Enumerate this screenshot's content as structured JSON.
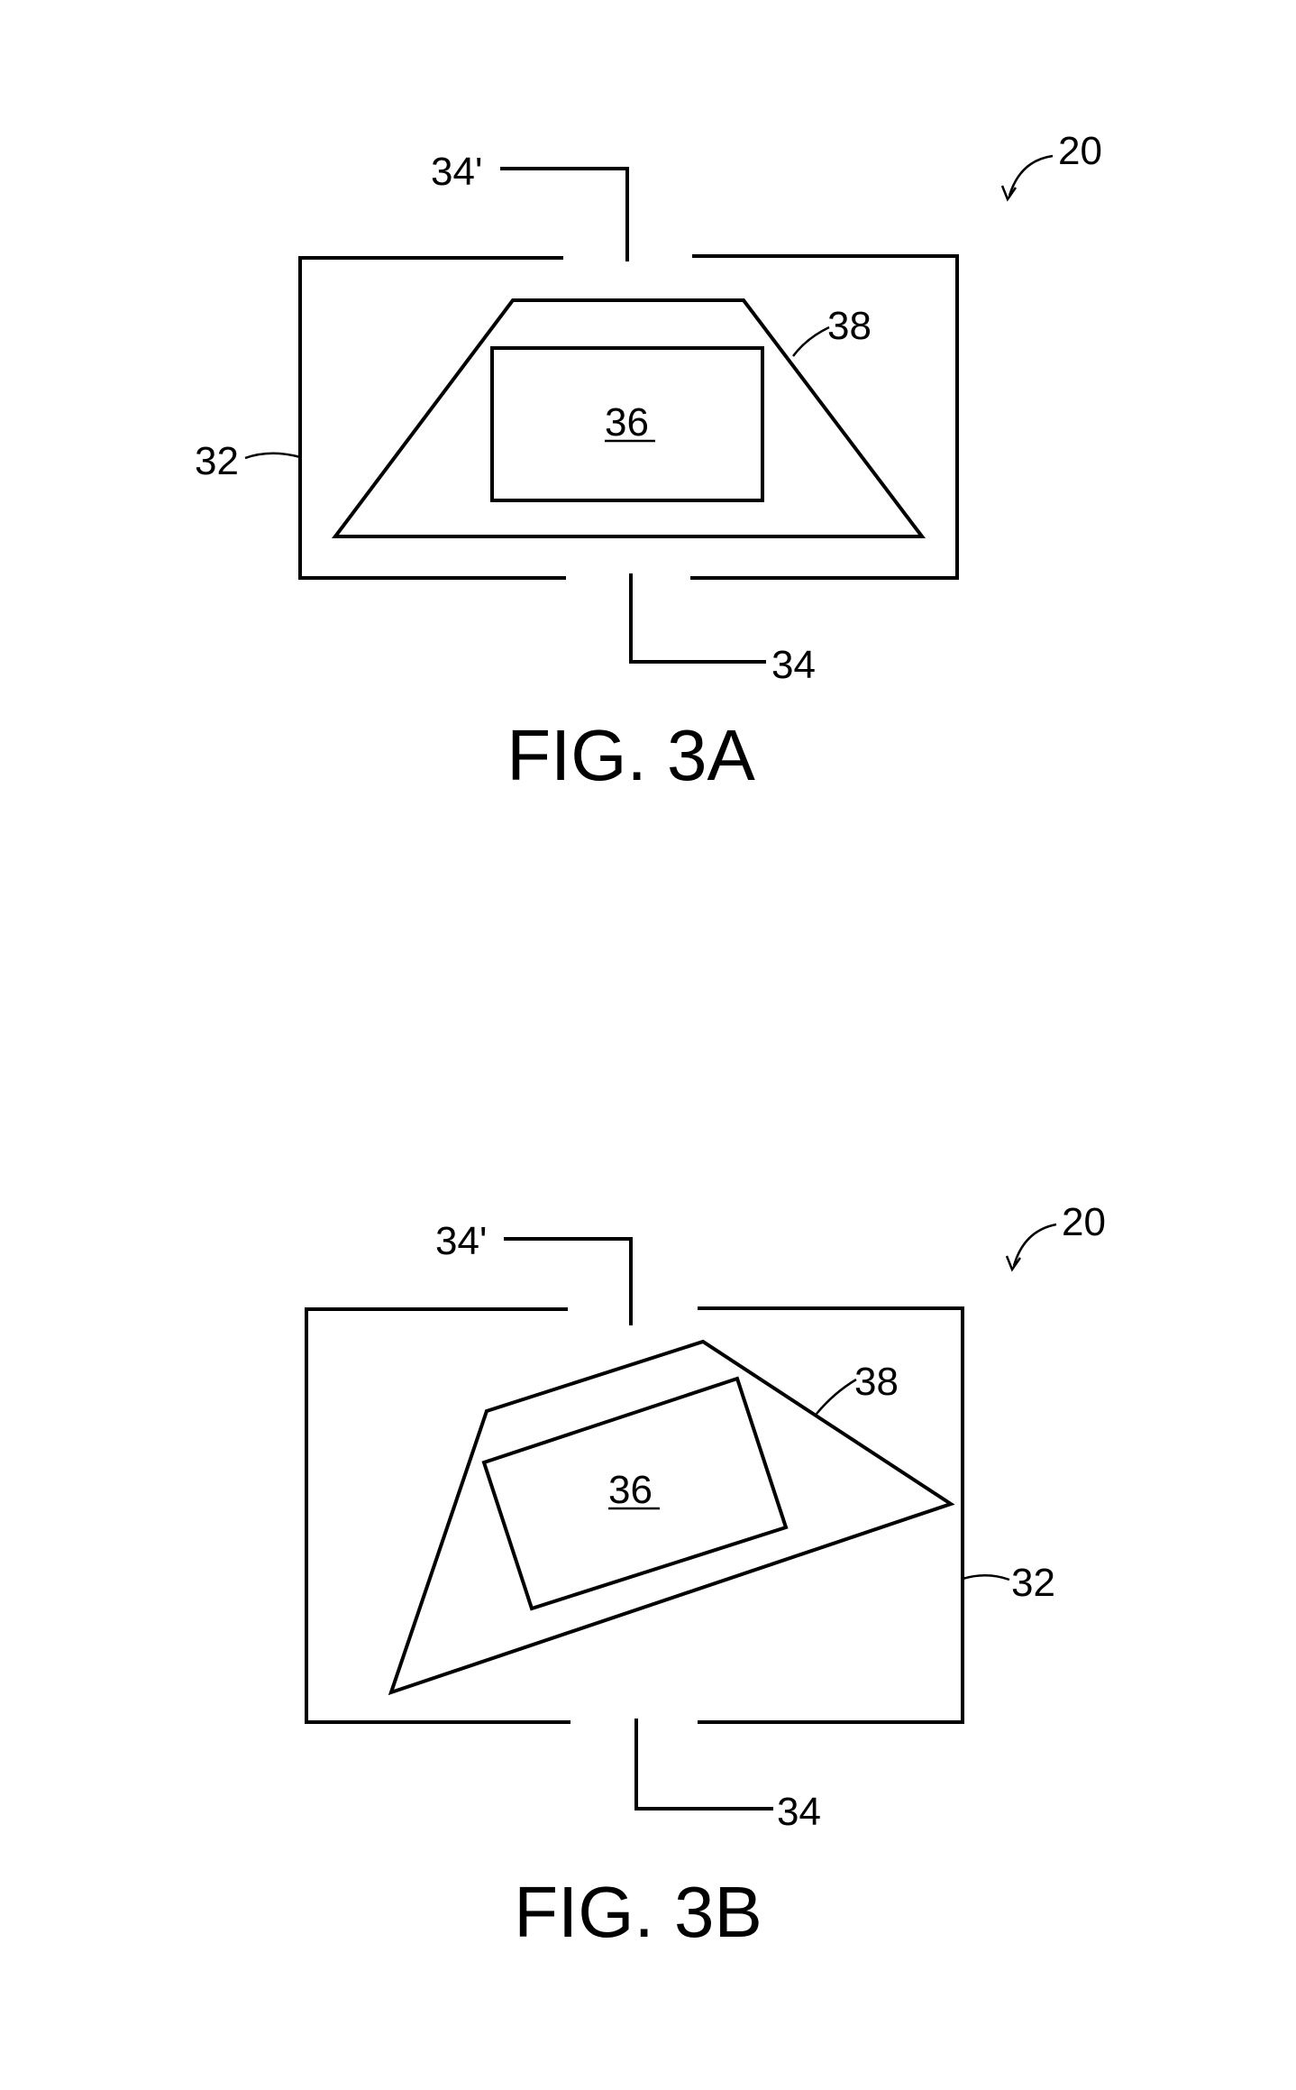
{
  "figures": [
    {
      "id": "3A",
      "caption": "FIG. 3A",
      "labels": {
        "assembly": "20",
        "housing": "32",
        "port_bottom": "34",
        "port_top": "34'",
        "inner": "36",
        "trapezoid": "38"
      }
    },
    {
      "id": "3B",
      "caption": "FIG. 3B",
      "labels": {
        "assembly": "20",
        "housing": "32",
        "port_bottom": "34",
        "port_top": "34'",
        "inner": "36",
        "trapezoid": "38"
      }
    }
  ],
  "colors": {
    "ink": "#000000",
    "paper": "#ffffff"
  }
}
